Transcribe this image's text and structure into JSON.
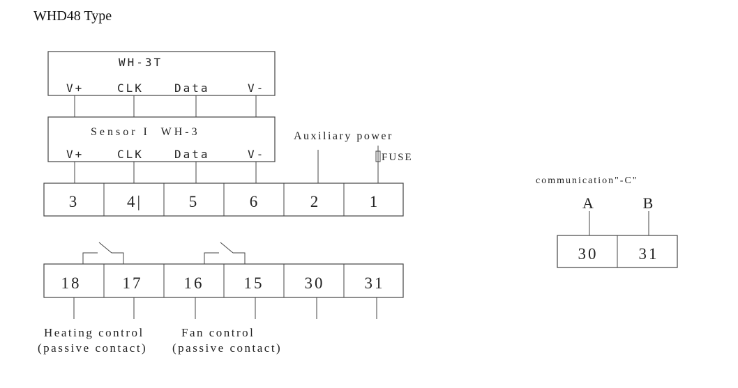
{
  "title": "WHD48 Type",
  "wh3t": {
    "name": "WH-3T",
    "pins": [
      "V+",
      "CLK",
      "Data",
      "V-"
    ]
  },
  "sensor": {
    "name": "Sensor I  WH-3",
    "pins": [
      "V+",
      "CLK",
      "Data",
      "V-"
    ]
  },
  "aux_power": "Auxiliary power",
  "fuse": "FUSE",
  "top_terminals": [
    "3",
    "4|",
    "5",
    "6",
    "2",
    "1"
  ],
  "bottom_terminals": [
    "18",
    "17",
    "16",
    "15",
    "30",
    "31"
  ],
  "heating": {
    "line1": "Heating control",
    "line2": "(passive contact)"
  },
  "fan": {
    "line1": "Fan control",
    "line2": "(passive contact)"
  },
  "comm": {
    "title": "communication\"-C\"",
    "a": "A",
    "b": "B",
    "terminals": [
      "30",
      "31"
    ]
  }
}
